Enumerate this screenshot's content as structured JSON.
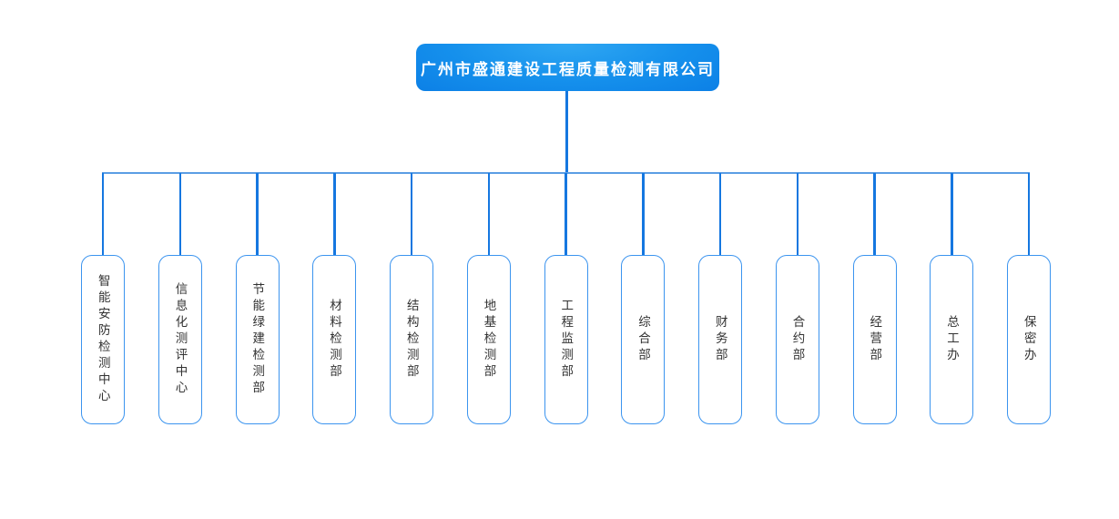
{
  "company": {
    "name": "广州市盛通建设工程质量检测有限公司"
  },
  "departments": [
    {
      "label": "智能安防检测中心"
    },
    {
      "label": "信息化测评中心"
    },
    {
      "label": "节能绿建检测部"
    },
    {
      "label": "材料检测部"
    },
    {
      "label": "结构检测部"
    },
    {
      "label": "地基检测部"
    },
    {
      "label": "工程监测部"
    },
    {
      "label": "综合部"
    },
    {
      "label": "财务部"
    },
    {
      "label": "合约部"
    },
    {
      "label": "经营部"
    },
    {
      "label": "总工办"
    },
    {
      "label": "保密办"
    }
  ],
  "colors": {
    "root_gradient_top": "#2FA7F2",
    "root_gradient_bottom": "#0C80E6",
    "root_text": "#FFFFFF",
    "connector_line": "#1577E0",
    "horizontal_rail": "#5B9EE4",
    "box_border": "#3B94EF",
    "box_fill": "#FFFFFF",
    "label_text": "#333333",
    "page_background": "#FFFFFF"
  },
  "chart_meta": {
    "type": "org-chart",
    "root": "广州市盛通建设工程质量检测有限公司",
    "child_count": 13
  }
}
